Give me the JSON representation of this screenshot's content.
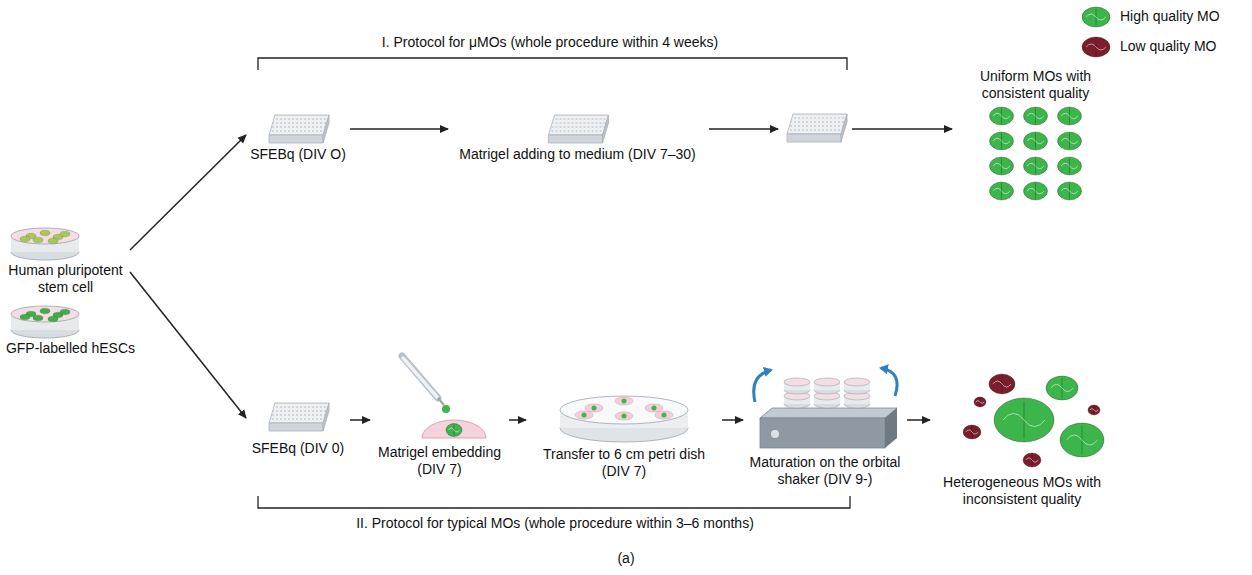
{
  "diagram": {
    "caption": "(a)",
    "nodes": [
      {
        "text": [
          "Human pluripotent stem cell"
        ]
      },
      {
        "text": [
          "GFP-labelled hESCs"
        ]
      },
      {
        "text": [
          "SFEBq (DIV O)"
        ]
      },
      {
        "text": [
          "Matrigel adding to medium (DIV 7–30)"
        ]
      },
      {
        "text": [
          "Uniform MOs with consistent quality"
        ]
      },
      {
        "text": [
          "SFEBq (DIV 0)"
        ]
      },
      {
        "text": [
          "Matrigel embedding (DIV 7)"
        ]
      },
      {
        "text": [
          "Transfer to 6 cm petri dish (DIV 7)"
        ]
      },
      {
        "text": [
          "Maturation on the orbital shaker (DIV 9-)"
        ]
      },
      {
        "text": [
          "Heterogeneous MOs with inconsistent quality"
        ]
      }
    ],
    "edges": [
      {
        "from": 0,
        "to": 2,
        "arrow": "to"
      },
      {
        "from": 0,
        "to": 5,
        "arrow": "to"
      },
      {
        "from": 2,
        "to": 3,
        "arrow": "to"
      },
      {
        "from": 5,
        "to": 6,
        "arrow": "to"
      },
      {
        "from": 6,
        "to": 7,
        "arrow": "to"
      },
      {
        "from": 7,
        "to": 8,
        "arrow": "to"
      },
      {
        "from": 8,
        "to": 9,
        "arrow": "to"
      }
    ],
    "labels": [
      "I. Protocol for μMOs (whole procedure within 4 weeks)",
      "II. Protocol for typical MOs (whole procedure within 3–6 months)"
    ],
    "legend": [
      {
        "text": "High quality MO",
        "color": "#3cb54a"
      },
      {
        "text": "Low quality MO",
        "color": "#7b1e2b"
      }
    ]
  }
}
